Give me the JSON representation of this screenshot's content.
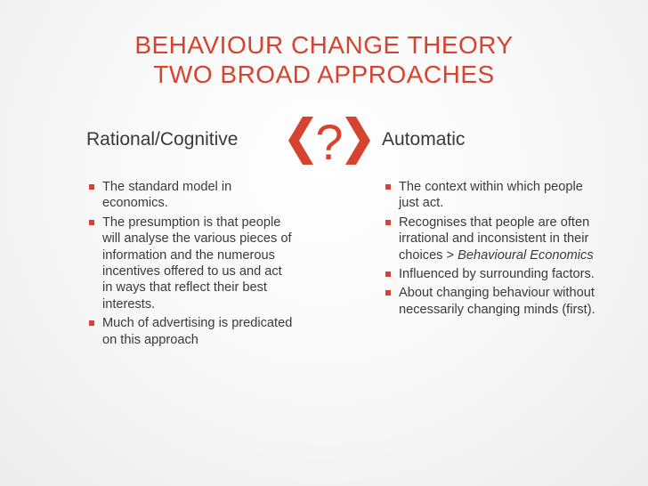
{
  "title": {
    "line1": "BEHAVIOUR CHANGE THEORY",
    "line2": "TWO BROAD APPROACHES"
  },
  "left": {
    "heading": "Rational/Cognitive",
    "bullets": [
      "The standard model in economics.",
      "The presumption is that people will analyse the various pieces of information and the numerous incentives offered to us and act in ways that reflect their best interests.",
      "Much of advertising is predicated on this approach"
    ]
  },
  "right": {
    "heading": "Automatic",
    "bullets": [
      "The context within which people just act.",
      "Recognises that people are often irrational and inconsistent in their choices",
      "Influenced by surrounding factors.",
      "About changing behaviour without necessarily changing minds (first)."
    ],
    "bullet2_arrow": ">",
    "bullet2_italic": "Behavioural Economics"
  },
  "icon": {
    "name": "question-mark-chevrons-icon",
    "glyph": "?",
    "color": "#d6432f"
  },
  "colors": {
    "accent": "#d6432f",
    "text": "#3a3a3a"
  }
}
